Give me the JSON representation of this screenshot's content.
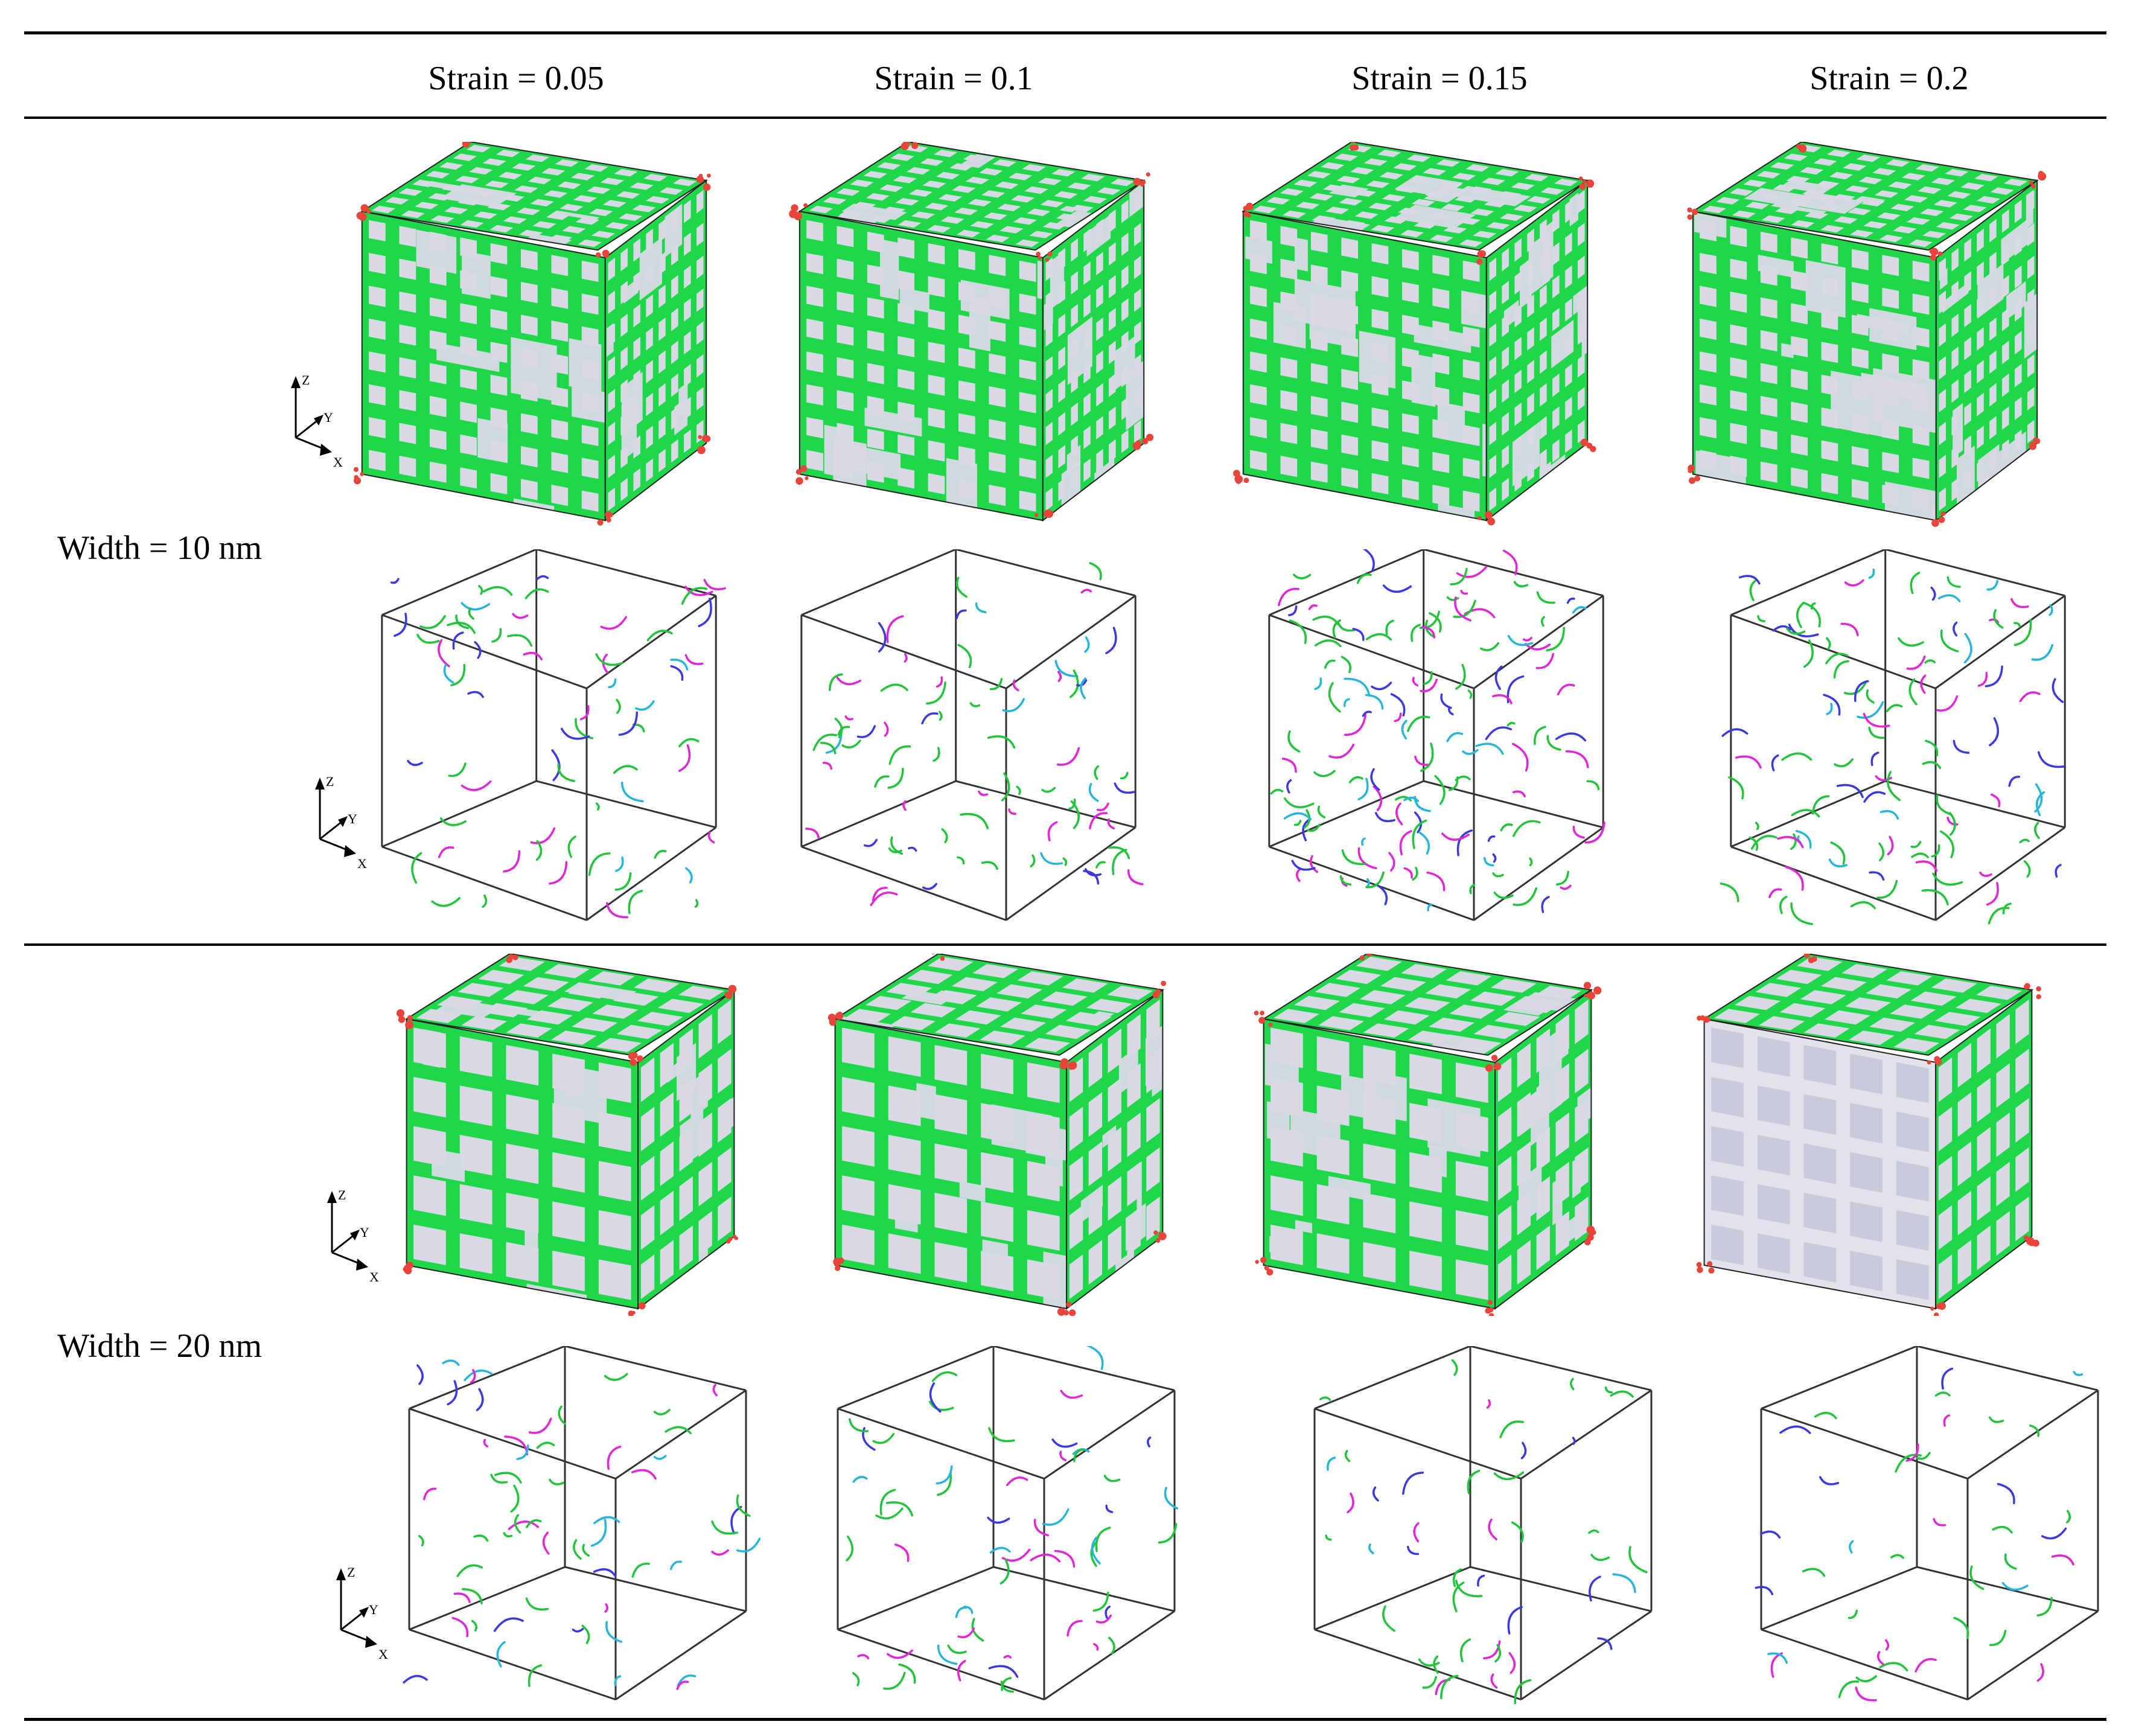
{
  "columns": [
    {
      "label": "Strain = 0.05"
    },
    {
      "label": "Strain = 0.1"
    },
    {
      "label": "Strain = 0.15"
    },
    {
      "label": "Strain = 0.2"
    }
  ],
  "rows": [
    {
      "label": "Width = 10 nm"
    },
    {
      "label": "Width = 20 nm"
    }
  ],
  "axis_triad": {
    "z": "Z",
    "y": "Y",
    "x": "X"
  },
  "colors": {
    "fcc_green": "#1ed84a",
    "other_atoms": "#d9d9e6",
    "hcp_red": "#e8443a",
    "dislocation_green": "#21c43a",
    "dislocation_magenta": "#e026d6",
    "dislocation_blue": "#3a3ae0",
    "dislocation_cyan": "#26b6d9",
    "box_edge": "#333333"
  }
}
